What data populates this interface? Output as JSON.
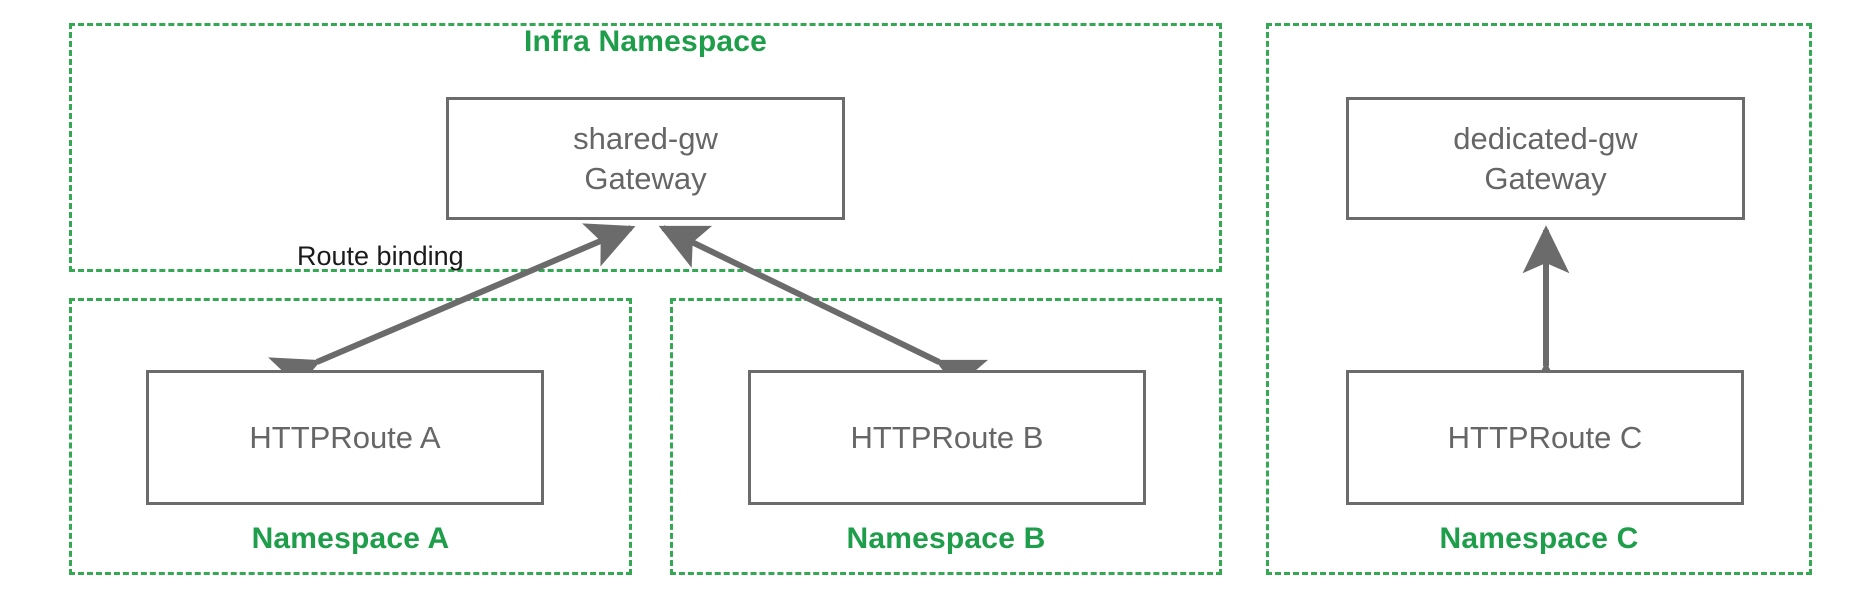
{
  "diagram": {
    "title": "Kubernetes Gateway API cross-namespace route binding",
    "accent_green": "#34a853",
    "box_stroke": "#6b6b6b",
    "text_gray": "#666666",
    "label_black": "#1a1a1a",
    "background": "#ffffff"
  },
  "namespaces": [
    {
      "id": "infra",
      "label": "Infra Namespace",
      "label_position": "top-center"
    },
    {
      "id": "ns-a",
      "label": "Namespace A",
      "label_position": "bottom-center"
    },
    {
      "id": "ns-b",
      "label": "Namespace B",
      "label_position": "bottom-center"
    },
    {
      "id": "ns-c",
      "label": "Namespace C",
      "label_position": "bottom-center"
    }
  ],
  "nodes": [
    {
      "id": "shared-gw",
      "label": "shared-gw\nGateway",
      "name": "shared-gw",
      "kind": "Gateway",
      "namespace": "infra"
    },
    {
      "id": "dedicated-gw",
      "label": "dedicated-gw\nGateway",
      "name": "dedicated-gw",
      "kind": "Gateway",
      "namespace": "ns-c"
    },
    {
      "id": "httproute-a",
      "label": "HTTPRoute A",
      "kind": "HTTPRoute",
      "namespace": "ns-a"
    },
    {
      "id": "httproute-b",
      "label": "HTTPRoute B",
      "kind": "HTTPRoute",
      "namespace": "ns-b"
    },
    {
      "id": "httproute-c",
      "label": "HTTPRoute C",
      "kind": "HTTPRoute",
      "namespace": "ns-c"
    }
  ],
  "edges": [
    {
      "id": "edge-a",
      "from": "httproute-a",
      "to": "shared-gw",
      "arrow": "double",
      "label": "Route binding"
    },
    {
      "id": "edge-b",
      "from": "httproute-b",
      "to": "shared-gw",
      "arrow": "double",
      "label": ""
    },
    {
      "id": "edge-c",
      "from": "httproute-c",
      "to": "dedicated-gw",
      "arrow": "double",
      "label": ""
    }
  ]
}
